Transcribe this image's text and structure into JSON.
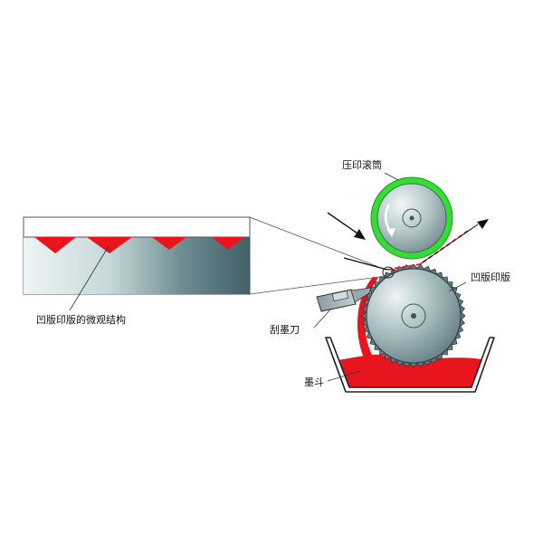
{
  "labels": {
    "impression_cylinder": "压印滚筒",
    "gravure_plate": "凹版印版",
    "doctor_blade": "刮墨刀",
    "ink_fountain": "墨斗",
    "micro_structure": "凹版印版的微观结构"
  },
  "colors": {
    "ink_red": "#e8141e",
    "impression_ring": "#33dd33",
    "steel_dark": "#5f7a80",
    "steel_light": "#e4ecec",
    "panel_dark": "#3f6066",
    "outline": "#222222"
  },
  "icons": {
    "feed_arrow": "arrow-down-right",
    "exit_arrow": "arrow-up-right",
    "rotation_arrow": "rotation-arrow"
  }
}
